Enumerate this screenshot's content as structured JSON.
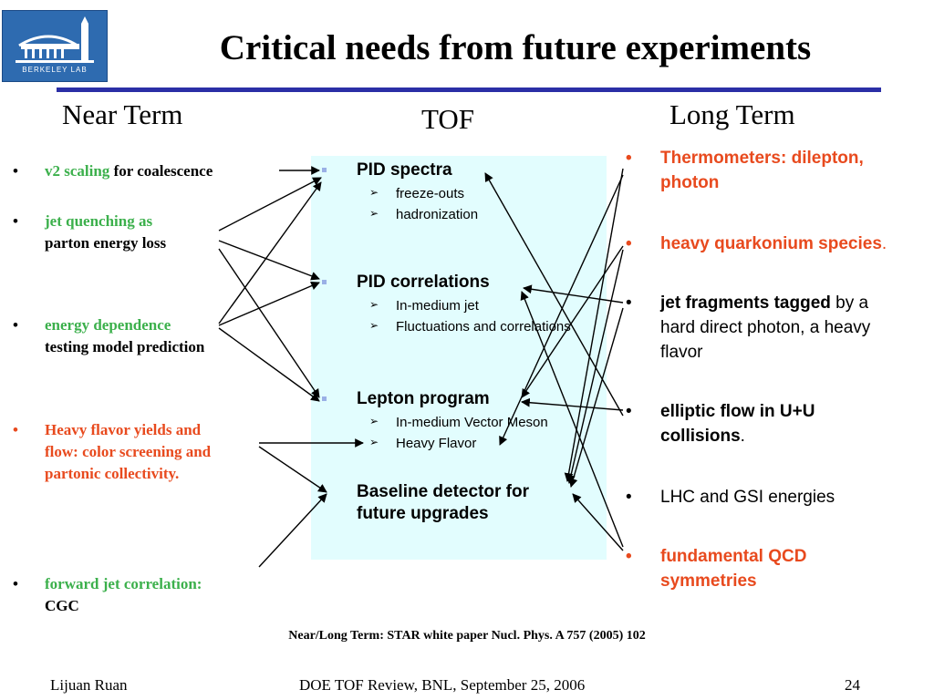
{
  "title": "Critical needs from future experiments",
  "headers": {
    "near": "Near Term",
    "tof": "TOF",
    "long": "Long Term"
  },
  "near_term": [
    {
      "a": "v2 scaling",
      "b": " for coalescence"
    },
    {
      "a": "jet quenching as",
      "b": "parton energy loss"
    },
    {
      "a": "energy dependence",
      "b": "testing model prediction"
    },
    {
      "a": "Heavy flavor yields and",
      "b": "flow: color screening and",
      "c": "partonic collectivity."
    },
    {
      "a": "forward jet correlation:",
      "b": "CGC"
    }
  ],
  "tof": {
    "pid_spectra": "PID spectra",
    "pid_spectra_items": [
      "freeze-outs",
      "hadronization"
    ],
    "pid_corr": "PID correlations",
    "pid_corr_items": [
      "In-medium jet",
      "Fluctuations and correlations"
    ],
    "lepton": "Lepton program",
    "lepton_items": [
      "In-medium Vector Meson",
      "Heavy Flavor"
    ],
    "baseline_1": "Baseline detector for",
    "baseline_2": "future upgrades"
  },
  "long_term": {
    "thermo_a": "Thermometers",
    "thermo_b": ": dilepton,",
    "thermo_c": "photon",
    "quark_a": "heavy quarkonium species",
    "quark_b": ".",
    "jetfrag_a": "jet fragments tagged",
    "jetfrag_b": " by a",
    "jetfrag_c": "hard direct photon, a heavy",
    "jetfrag_d": "flavor",
    "elliptic_a": "elliptic flow in U+U",
    "elliptic_b": "collisions",
    "elliptic_c": ".",
    "lhc": "LHC and GSI energies",
    "qcd_a": "fundamental QCD",
    "qcd_b": "symmetries"
  },
  "bullet": "•",
  "sub_arrow": "➢",
  "reference": "Near/Long Term: STAR white paper Nucl. Phys. A 757 (2005) 102",
  "footer": {
    "author": "Lijuan Ruan",
    "event": "DOE TOF Review, BNL, September 25, 2006",
    "page": "24"
  },
  "colors": {
    "green": "#3cb04c",
    "red": "#e84a1e",
    "rule": "#2b2fa6",
    "box": "#e2fdfe"
  },
  "logo": {
    "text": "BERKELEY LAB",
    "icon": "berkeley-lab-logo"
  }
}
